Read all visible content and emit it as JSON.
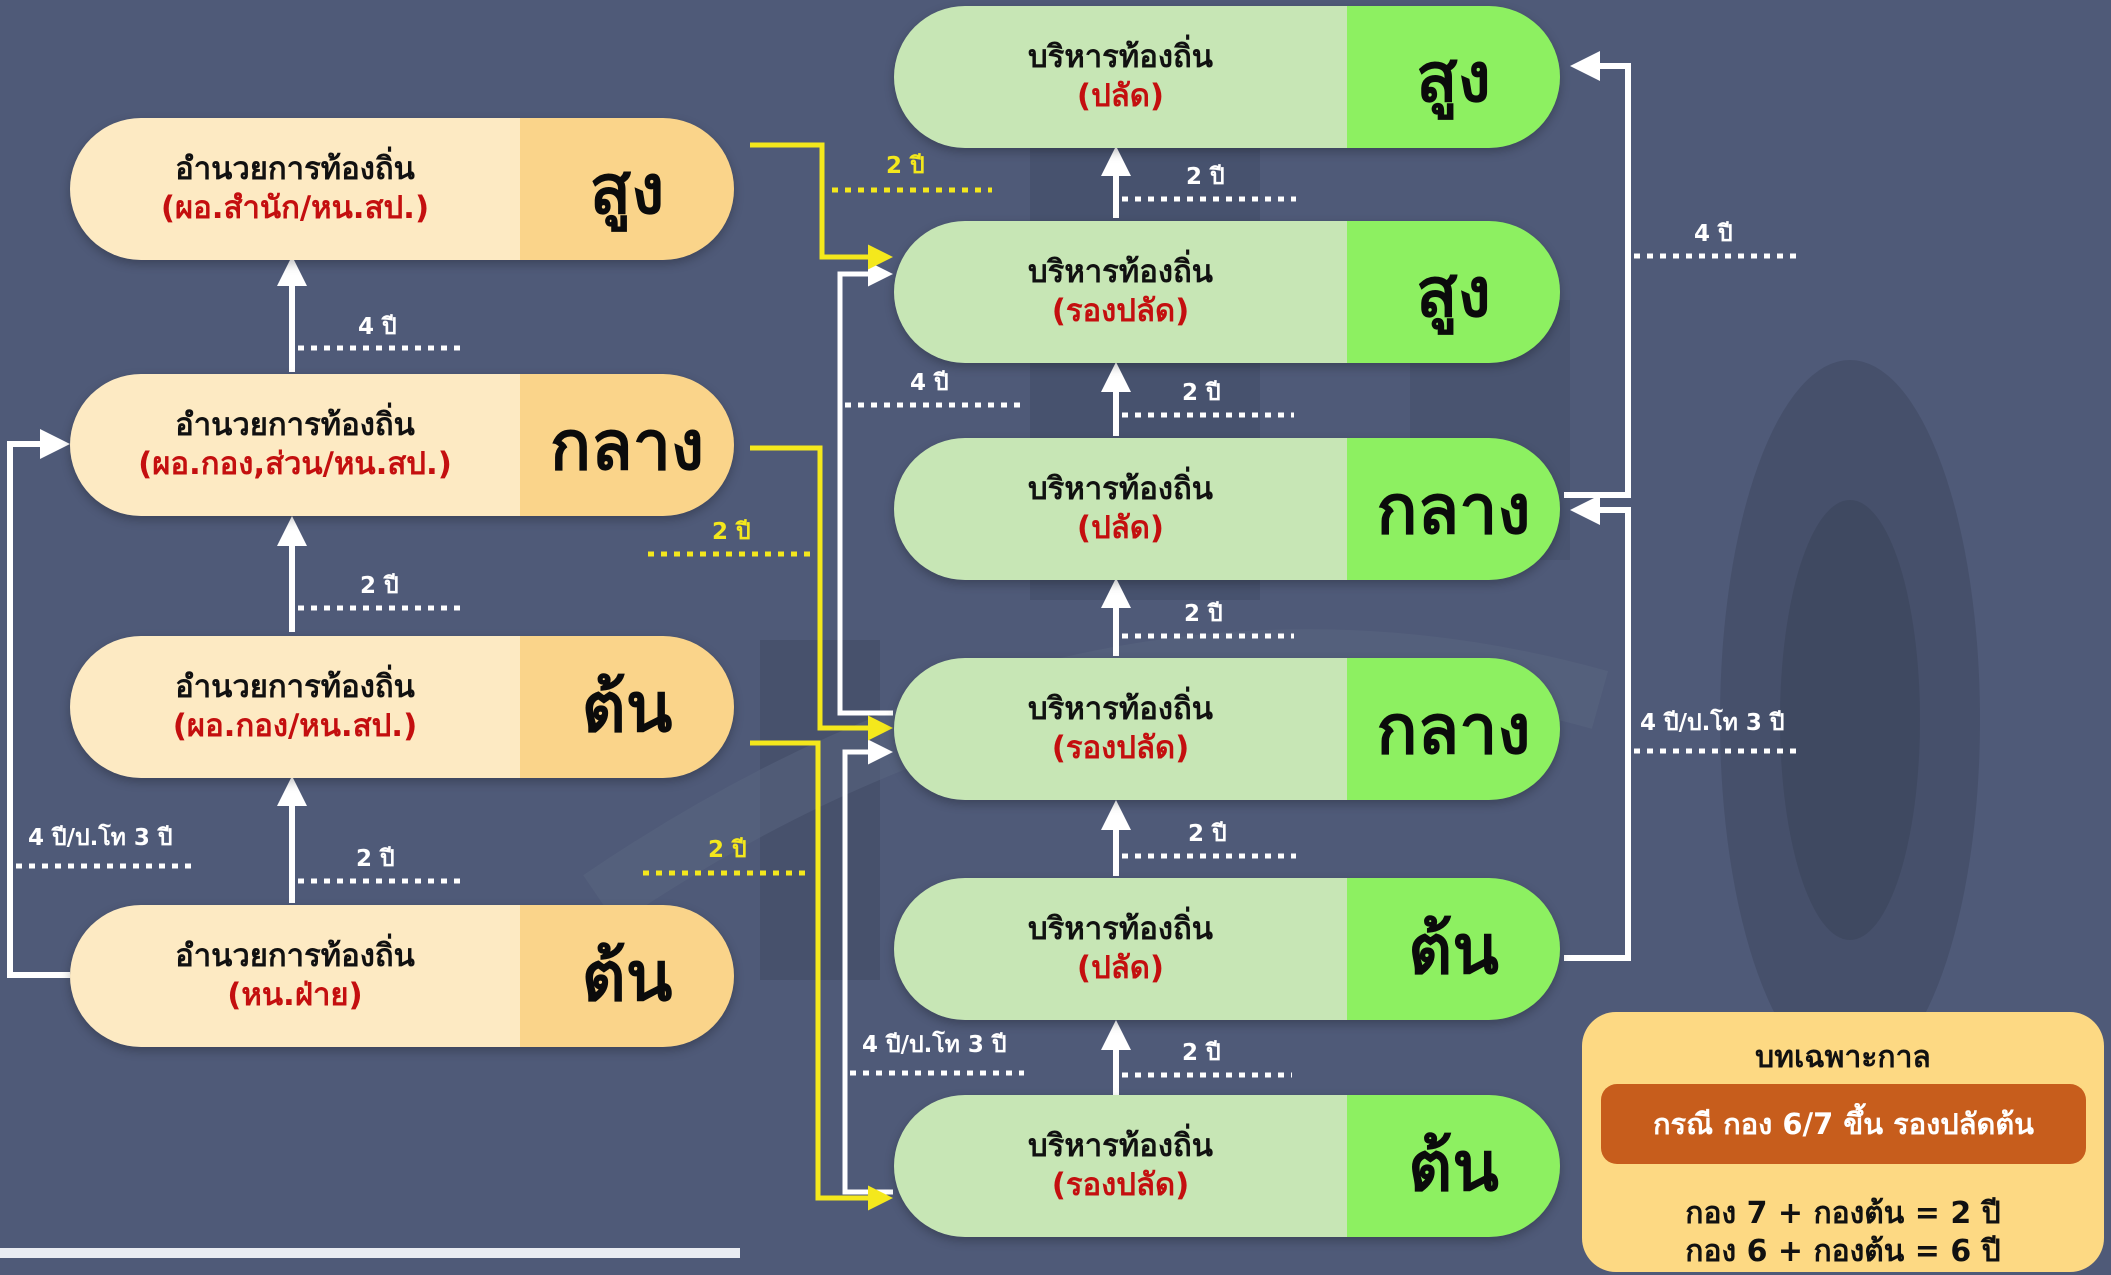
{
  "left_boxes": [
    {
      "t1": "อำนวยการท้องถิ่น",
      "t2": "(ผอ.สำนัก/หน.สป.)",
      "level": "สูง"
    },
    {
      "t1": "อำนวยการท้องถิ่น",
      "t2": "(ผอ.กอง,ส่วน/หน.สป.)",
      "level": "กลาง"
    },
    {
      "t1": "อำนวยการท้องถิ่น",
      "t2": "(ผอ.กอง/หน.สป.)",
      "level": "ต้น"
    },
    {
      "t1": "อำนวยการท้องถิ่น",
      "t2": "(หน.ฝ่าย)",
      "level": "ต้น"
    }
  ],
  "right_boxes": [
    {
      "t1": "บริหารท้องถิ่น",
      "t2": "(ปลัด)",
      "level": "สูง"
    },
    {
      "t1": "บริหารท้องถิ่น",
      "t2": "(รองปลัด)",
      "level": "สูง"
    },
    {
      "t1": "บริหารท้องถิ่น",
      "t2": "(ปลัด)",
      "level": "กลาง"
    },
    {
      "t1": "บริหารท้องถิ่น",
      "t2": "(รองปลัด)",
      "level": "กลาง"
    },
    {
      "t1": "บริหารท้องถิ่น",
      "t2": "(ปลัด)",
      "level": "ต้น"
    },
    {
      "t1": "บริหารท้องถิ่น",
      "t2": "(รองปลัด)",
      "level": "ต้น"
    }
  ],
  "labels": [
    "4 ปี",
    "2 ปี",
    "2 ปี",
    "4 ปี/ป.โท 3 ปี",
    "2 ปี",
    "2 ปี",
    "2 ปี",
    "2 ปี",
    "2 ปี",
    "2 ปี",
    "2 ปี",
    "2 ปี",
    "4 ปี",
    "4 ปี/ป.โท 3 ปี",
    "4 ปี",
    "4 ปี/ป.โท 3 ปี"
  ],
  "note": {
    "title": "บทเฉพาะกาล",
    "banner": "กรณี กอง 6/7 ขึ้น รองปลัดต้น",
    "line1": "กอง 7 + กองต้น = 2 ปี",
    "line2": "กอง 6 + กองต้น = 6 ปี"
  },
  "colors": {
    "background": "#4f5a78",
    "left_text_bg": "#fdeac3",
    "left_level_bg": "#fad48a",
    "right_text_bg": "#c7e6b5",
    "right_level_bg": "#8df061",
    "subtitle_red": "#c40f0f",
    "connector_white": "#ffffff",
    "connector_yellow": "#f4e81c",
    "note_bg": "#fdd983",
    "note_banner": "#c75d1c"
  }
}
